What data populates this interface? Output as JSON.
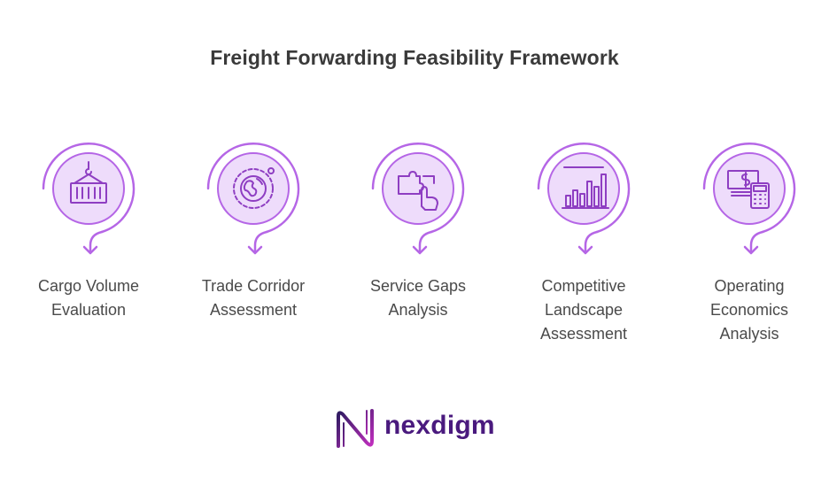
{
  "title": "Freight Forwarding Feasibility Framework",
  "colors": {
    "accent": "#b566e6",
    "fill": "#eedcfb",
    "icon": "#8e3ec2",
    "text": "#4a4a4a",
    "brand": "#4a1a7e"
  },
  "steps": [
    {
      "icon": "cargo-crane-icon",
      "label_line1": "Cargo Volume",
      "label_line2": "Evaluation",
      "label_line3": ""
    },
    {
      "icon": "globe-icon",
      "label_line1": "Trade Corridor",
      "label_line2": "Assessment",
      "label_line3": ""
    },
    {
      "icon": "puzzle-hand-icon",
      "label_line1": "Service Gaps",
      "label_line2": "Analysis",
      "label_line3": ""
    },
    {
      "icon": "bar-chart-icon",
      "label_line1": "Competitive",
      "label_line2": "Landscape",
      "label_line3": "Assessment"
    },
    {
      "icon": "money-calculator-icon",
      "label_line1": "Operating",
      "label_line2": "Economics",
      "label_line3": "Analysis"
    }
  ],
  "brand": {
    "name": "nexdigm"
  }
}
